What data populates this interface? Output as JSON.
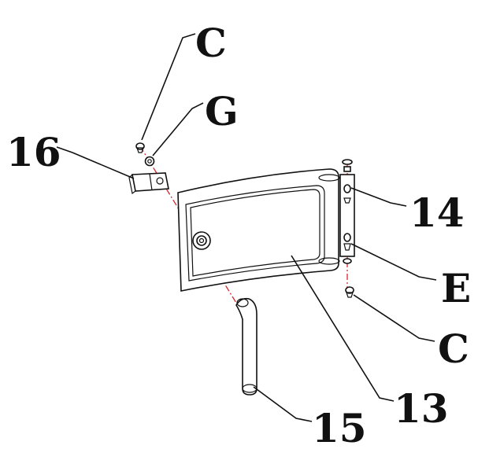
{
  "callouts": {
    "c_top": "C",
    "g": "G",
    "p16": "16",
    "p14": "14",
    "e": "E",
    "c_right": "C",
    "p13": "13",
    "p15": "15"
  },
  "colors": {
    "line": "#111111",
    "center_axis": "#d8262c",
    "background": "#ffffff"
  }
}
